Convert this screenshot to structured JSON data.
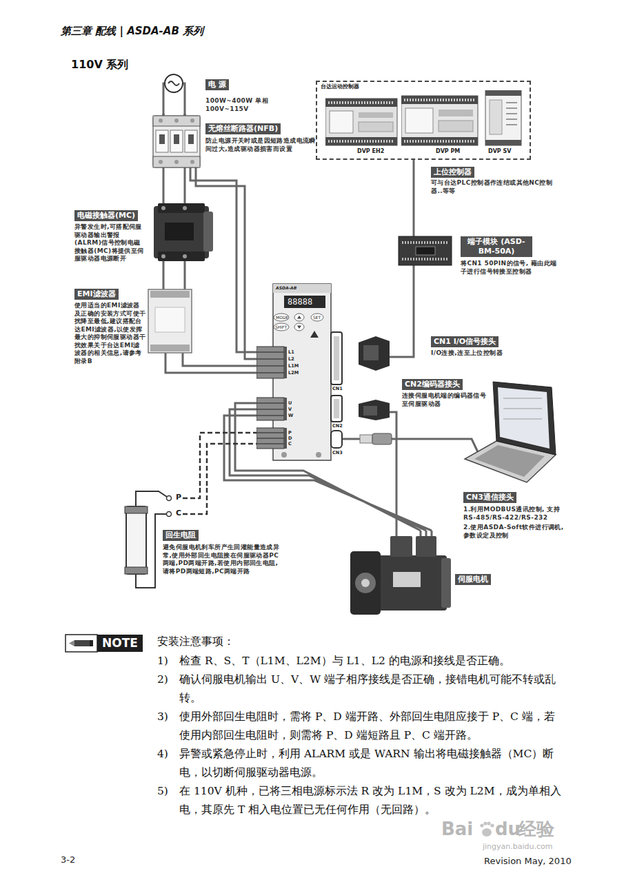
{
  "diagram": {
    "title": "110V 系列",
    "nodes": [
      {
        "text": [
          "电 源",
          "100W~400W 单相100V~115V"
        ]
      },
      {
        "text": [
          "无熔丝断路器(NFB)",
          "防止电源开关时或是因短路造成电流瞬间过大,造成驱动器损害而设置"
        ]
      },
      {
        "text": [
          "台达运动控制器",
          "上位控制器",
          "可与台达PLC控制器作连结或其他NC控制器..等等"
        ]
      },
      {
        "text": [
          "DVP EH2"
        ],
        "in": 2
      },
      {
        "text": [
          "DVP PM"
        ],
        "in": 2
      },
      {
        "text": [
          "DVP SV"
        ],
        "in": 2
      },
      {
        "text": [
          "端子模块 (ASD-BM-50A)",
          "将CN1 50PIN的信号, 藉由此端子进行信号转接至控制器"
        ]
      },
      {
        "text": [
          "电磁接触器(MC)",
          "异警发生时,可搭配伺服驱动器输出警报(ALRM)信号控制电磁接触器(MC)将提供至伺服驱动器电源断开"
        ]
      },
      {
        "text": [
          "EMI滤波器",
          "使用适当的EMI滤波器及正确的安装方式可使干扰降至最低,建议搭配台达EMI滤波器,以使发挥最大的抑制伺服驱动器干扰效果关于台达EMI滤波器的相关信息,请参考附录B"
        ]
      },
      {
        "text": [
          "ASDA-AB",
          "88888",
          "MODE",
          "SET",
          "SHIFT",
          "L1",
          "L2",
          "L1M",
          "L2M",
          "U",
          "V",
          "W",
          "P",
          "D",
          "C",
          "CN1",
          "CN2",
          "CN3"
        ]
      },
      {
        "text": [
          "CN1 I/O信号接头",
          "I/O连接,连至上位控制器"
        ]
      },
      {
        "text": [
          "CN2编码器接头",
          "连接伺服电机端的编码器信号至伺服驱动器"
        ]
      },
      {
        "text": [
          "CN3通信接头",
          "1.利用MODBUS通讯控制, 支持RS-485/RS-422/RS-232",
          "2.使用ASDA-Soft软件进行调机, 参数设定及控制"
        ]
      },
      {
        "text": [
          "P",
          "C",
          "回生电阻",
          "避免伺服电机刹车所产生回灌能量造成异常,使用外部回生电阻接在伺服驱动器PC两端,PD两端开路,若使用内部回生电阻,请将PD两端短路,PC两端开路"
        ]
      },
      {
        "text": [
          "伺服电机"
        ]
      }
    ],
    "edges": [
      {
        "from": 0,
        "to": 1,
        "arrow": "none"
      },
      {
        "from": 1,
        "to": 7,
        "arrow": "none"
      },
      {
        "from": 7,
        "to": 8,
        "arrow": "none"
      },
      {
        "from": 8,
        "to": 9,
        "arrow": "none"
      },
      {
        "from": 1,
        "to": 9,
        "arrow": "none"
      },
      {
        "from": 9,
        "to": 14,
        "arrow": "none"
      },
      {
        "from": 13,
        "to": 9,
        "arrow": "none"
      },
      {
        "from": 10,
        "to": 6,
        "arrow": "none"
      },
      {
        "from": 6,
        "to": 2,
        "arrow": "none"
      },
      {
        "from": 11,
        "to": 14,
        "arrow": "none"
      },
      {
        "from": 9,
        "to": 12,
        "arrow": "none"
      }
    ],
    "labels": [
      "第三章 配线 | ASDA-AB 系列",
      "NOTE",
      "安装注意事项：",
      "1)",
      "检查 R、S、T（L1M、L2M）与 L1、L2 的电源和接线是否正确。",
      "2)",
      "确认伺服电机输出 U、V、W 端子相序接线是否正确，接错电机可能不转或乱转。",
      "3)",
      "使用外部回生电阻时，需将 P、D 端开路、外部回生电阻应接于 P、C 端，若使用内部回生电阻时，则需将 P、D 端短路且 P、C 端开路。",
      "4)",
      "异警或紧急停止时，利用 ALARM 或是 WARN 输出将电磁接触器（MC）断电，以切断伺服驱动器电源。",
      "5)",
      "在 110V 机种，已将三相电源标示法 R 改为 L1M，S 改为 L2M，成为单相入电，其原先 T 相入电位置已无任何作用（无回路）。",
      "3-2",
      "Revision May, 2010",
      "Bai",
      "du",
      "经验",
      "jingyan.baidu.com"
    ]
  }
}
